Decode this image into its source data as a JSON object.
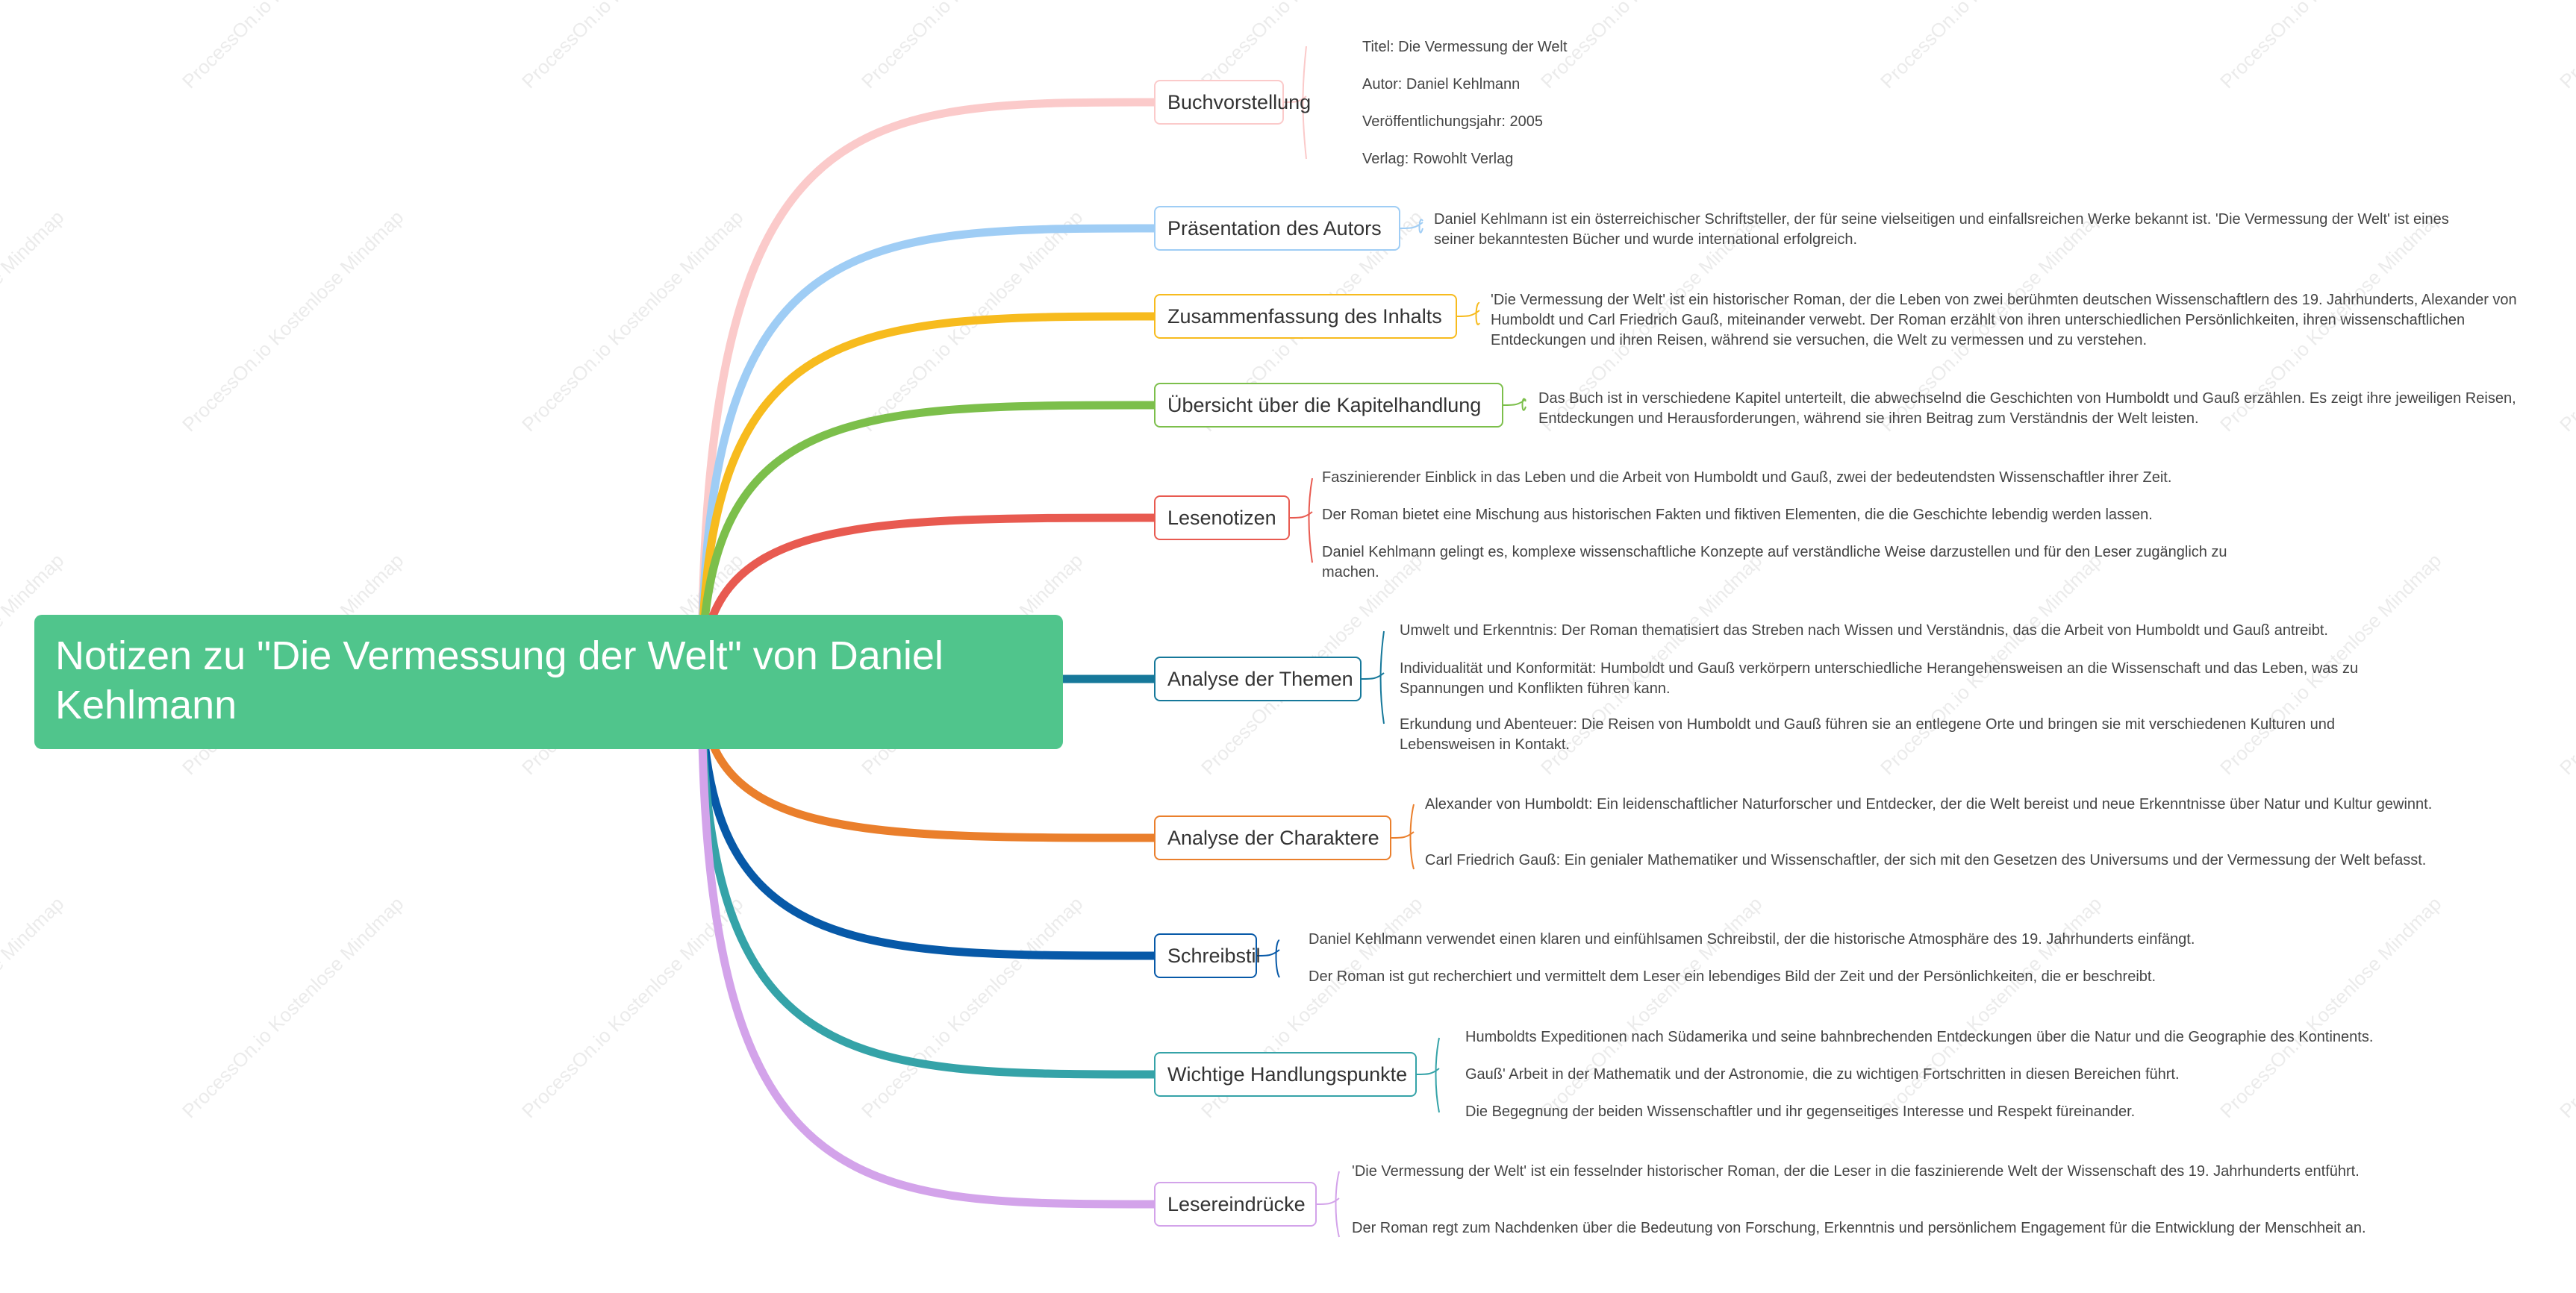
{
  "root": {
    "title": "Notizen zu \"Die Vermessung der Welt\" von Daniel Kehlmann"
  },
  "watermark": {
    "text": "ProcessOn.io Kostenlose Mindmap"
  },
  "branches": [
    {
      "label": "Buchvorstellung",
      "color": "#fbcaca",
      "notes": [
        "Titel: Die Vermessung der Welt",
        "Autor: Daniel Kehlmann",
        "Veröffentlichungsjahr: 2005",
        "Verlag: Rowohlt Verlag"
      ]
    },
    {
      "label": "Präsentation des Autors",
      "color": "#9fcdf5",
      "notes": [
        "Daniel Kehlmann ist ein österreichischer Schriftsteller, der für seine vielseitigen und einfallsreichen Werke bekannt ist. 'Die Vermessung der Welt' ist eines seiner bekanntesten Bücher und wurde international erfolgreich."
      ]
    },
    {
      "label": "Zusammenfassung des Inhalts",
      "color": "#f7bb1e",
      "notes": [
        "'Die Vermessung der Welt' ist ein historischer Roman, der die Leben von zwei berühmten deutschen Wissenschaftlern des 19. Jahrhunderts, Alexander von Humboldt und Carl Friedrich Gauß, miteinander verwebt. Der Roman erzählt von ihren unterschiedlichen Persönlichkeiten, ihren wissenschaftlichen Entdeckungen und ihren Reisen, während sie versuchen, die Welt zu vermessen und zu verstehen."
      ]
    },
    {
      "label": "Übersicht über die Kapitelhandlung",
      "color": "#7cbf4b",
      "notes": [
        "Das Buch ist in verschiedene Kapitel unterteilt, die abwechselnd die Geschichten von Humboldt und Gauß erzählen. Es zeigt ihre jeweiligen Reisen, Entdeckungen und Herausforderungen, während sie ihren Beitrag zum Verständnis der Welt leisten."
      ]
    },
    {
      "label": "Lesenotizen",
      "color": "#e85a50",
      "notes": [
        "Faszinierender Einblick in das Leben und die Arbeit von Humboldt und Gauß, zwei der bedeutendsten Wissenschaftler ihrer Zeit.",
        "Der Roman bietet eine Mischung aus historischen Fakten und fiktiven Elementen, die die Geschichte lebendig werden lassen.",
        "Daniel Kehlmann gelingt es, komplexe wissenschaftliche Konzepte auf verständliche Weise darzustellen und für den Leser zugänglich zu machen."
      ]
    },
    {
      "label": "Analyse der Themen",
      "color": "#16789a",
      "notes": [
        "Umwelt und Erkenntnis: Der Roman thematisiert das Streben nach Wissen und Verständnis, das die Arbeit von Humboldt und Gauß antreibt.",
        "Individualität und Konformität: Humboldt und Gauß verkörpern unterschiedliche Herangehensweisen an die Wissenschaft und das Leben, was zu Spannungen und Konflikten führen kann.",
        "Erkundung und Abenteuer: Die Reisen von Humboldt und Gauß führen sie an entlegene Orte und bringen sie mit verschiedenen Kulturen und Lebensweisen in Kontakt."
      ]
    },
    {
      "label": "Analyse der Charaktere",
      "color": "#ea7f2c",
      "notes": [
        "Alexander von Humboldt: Ein leidenschaftlicher Naturforscher und Entdecker, der die Welt bereist und neue Erkenntnisse über Natur und Kultur gewinnt.",
        "Carl Friedrich Gauß: Ein genialer Mathematiker und Wissenschaftler, der sich mit den Gesetzen des Universums und der Vermessung der Welt befasst."
      ]
    },
    {
      "label": "Schreibstil",
      "color": "#0759a8",
      "notes": [
        "Daniel Kehlmann verwendet einen klaren und einfühlsamen Schreibstil, der die historische Atmosphäre des 19. Jahrhunderts einfängt.",
        "Der Roman ist gut recherchiert und vermittelt dem Leser ein lebendiges Bild der Zeit und der Persönlichkeiten, die er beschreibt."
      ]
    },
    {
      "label": "Wichtige Handlungspunkte",
      "color": "#35a3a8",
      "notes": [
        "Humboldts Expeditionen nach Südamerika und seine bahnbrechenden Entdeckungen über die Natur und die Geographie des Kontinents.",
        "Gauß' Arbeit in der Mathematik und der Astronomie, die zu wichtigen Fortschritten in diesen Bereichen führt.",
        "Die Begegnung der beiden Wissenschaftler und ihr gegenseitiges Interesse und Respekt füreinander."
      ]
    },
    {
      "label": "Lesereindrücke",
      "color": "#d3a3ea",
      "notes": [
        "'Die Vermessung der Welt' ist ein fesselnder historischer Roman, der die Leser in die faszinierende Welt der Wissenschaft des 19. Jahrhunderts entführt.",
        "Der Roman regt zum Nachdenken über die Bedeutung von Forschung, Erkenntnis und persönlichem Engagement für die Entwicklung der Menschheit an."
      ]
    }
  ]
}
